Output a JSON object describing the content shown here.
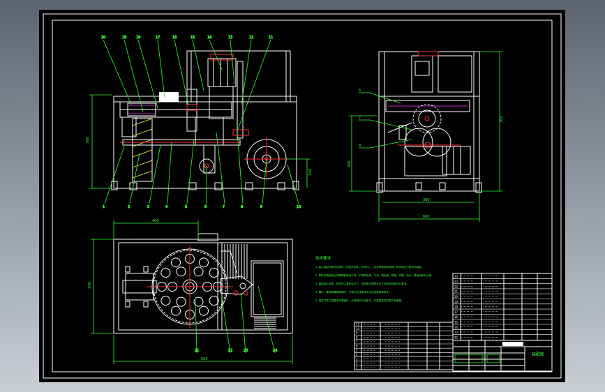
{
  "drawing": {
    "background_color": "#000000",
    "line_color": "#ffffff",
    "dimension_color": "#33ff33",
    "centerline_color": "#ff3333",
    "front_view": {
      "dims": {
        "height": "360",
        "motor_height": "140"
      },
      "balloons": [
        "20",
        "19",
        "18",
        "17",
        "16",
        "15",
        "14",
        "13",
        "12",
        "11",
        "1",
        "2",
        "3",
        "4",
        "5",
        "6",
        "7",
        "8",
        "9",
        "10"
      ]
    },
    "side_view": {
      "dims": {
        "height": "360",
        "lower_height": "300",
        "width_inner": "300",
        "width_outer": "600"
      }
    },
    "top_view": {
      "dims": {
        "width_top": "400",
        "width_bottom": "650",
        "depth": "340"
      },
      "balloons": [
        "21",
        "22",
        "23",
        "24"
      ]
    },
    "notes": {
      "heading": "技术要求",
      "items": [
        "1. 装入装配的零件及部件（包括外购件、外协件），均必须具有检验部门的合格证方能进行装配。",
        "2. 零件在装配前必须清理和清洗干净，不得有毛刺、飞边、氧化皮、锈蚀、切屑、油污、着色剂和灰尘等。",
        "3. 装配前应对零、部件的主要配合尺寸，特别是过盈配合尺寸及相关精度进行复查。",
        "4. 螺钉、螺栓和螺母紧固时，严禁打击或使用不合适的旋具和扳手。",
        "5. 规定拧紧力矩要求的紧固件，必须采用力矩扳手，并按规定的拧紧力矩紧固。"
      ]
    },
    "parts_table": {
      "rows": [
        {
          "no": "24"
        },
        {
          "no": "23"
        },
        {
          "no": "22"
        },
        {
          "no": "21"
        },
        {
          "no": "20"
        },
        {
          "no": "19"
        },
        {
          "no": "18"
        },
        {
          "no": "17"
        },
        {
          "no": "16"
        },
        {
          "no": "15"
        },
        {
          "no": "14"
        },
        {
          "no": "13"
        },
        {
          "no": "12"
        }
      ],
      "rows_lower": [
        {
          "no": "11"
        },
        {
          "no": "10"
        },
        {
          "no": "9"
        },
        {
          "no": "8"
        },
        {
          "no": "7"
        },
        {
          "no": "6"
        },
        {
          "no": "5"
        },
        {
          "no": "4"
        },
        {
          "no": "3"
        },
        {
          "no": "2"
        },
        {
          "no": "1"
        }
      ]
    },
    "title_block": {
      "title": "装配图"
    }
  }
}
